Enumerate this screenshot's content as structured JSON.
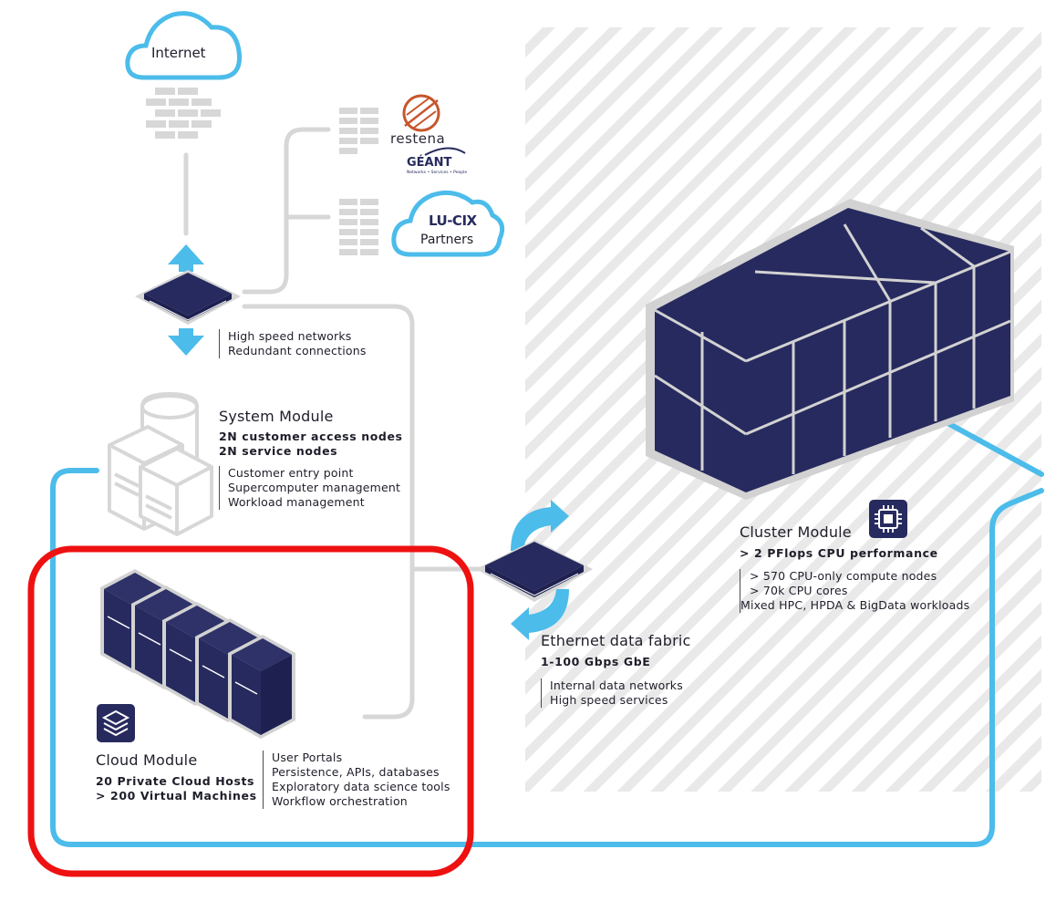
{
  "colors": {
    "navy": "#272a5e",
    "cyan": "#4cbcea",
    "grey_line": "#d7d7d7",
    "highlight": "#ee1111",
    "lucix_red": "#e2333a",
    "restena_orange": "#c8552c"
  },
  "internet": {
    "label": "Internet"
  },
  "partners": {
    "restena_label": "restena",
    "geant_label": "GÉANT",
    "geant_tagline": "Networks • Services • People",
    "lucix_label": "LU-CIX",
    "cloud_label": "Partners"
  },
  "network_router": {
    "items": [
      "High speed networks",
      "Redundant connections"
    ]
  },
  "system_module": {
    "title": "System Module",
    "bold_lines": [
      "2N customer access nodes",
      "2N service nodes"
    ],
    "items": [
      "Customer entry point",
      "Supercomputer management",
      "Workload management"
    ]
  },
  "cloud_module": {
    "title": "Cloud Module",
    "bold_lines": [
      "20 Private Cloud Hosts",
      "> 200 Virtual Machines"
    ],
    "items": [
      "User Portals",
      "Persistence, APIs, databases",
      "Exploratory data science tools",
      "Workflow orchestration"
    ]
  },
  "ethernet_fabric": {
    "title": "Ethernet data fabric",
    "bold_lines": [
      "1-100 Gbps GbE"
    ],
    "items": [
      "Internal data networks",
      "High speed services"
    ]
  },
  "cluster_module": {
    "title": "Cluster Module",
    "bold_lines": [
      "> 2 PFlops CPU performance"
    ],
    "items": [
      "> 570 CPU-only compute nodes",
      "> 70k CPU cores",
      "Mixed HPC, HPDA & BigData workloads"
    ]
  },
  "icons": [
    "cloud-icon",
    "firewall-icon",
    "router-icon",
    "server-icon",
    "storage-icon",
    "layers-icon",
    "cpu-chip-icon",
    "arrow-icon"
  ]
}
